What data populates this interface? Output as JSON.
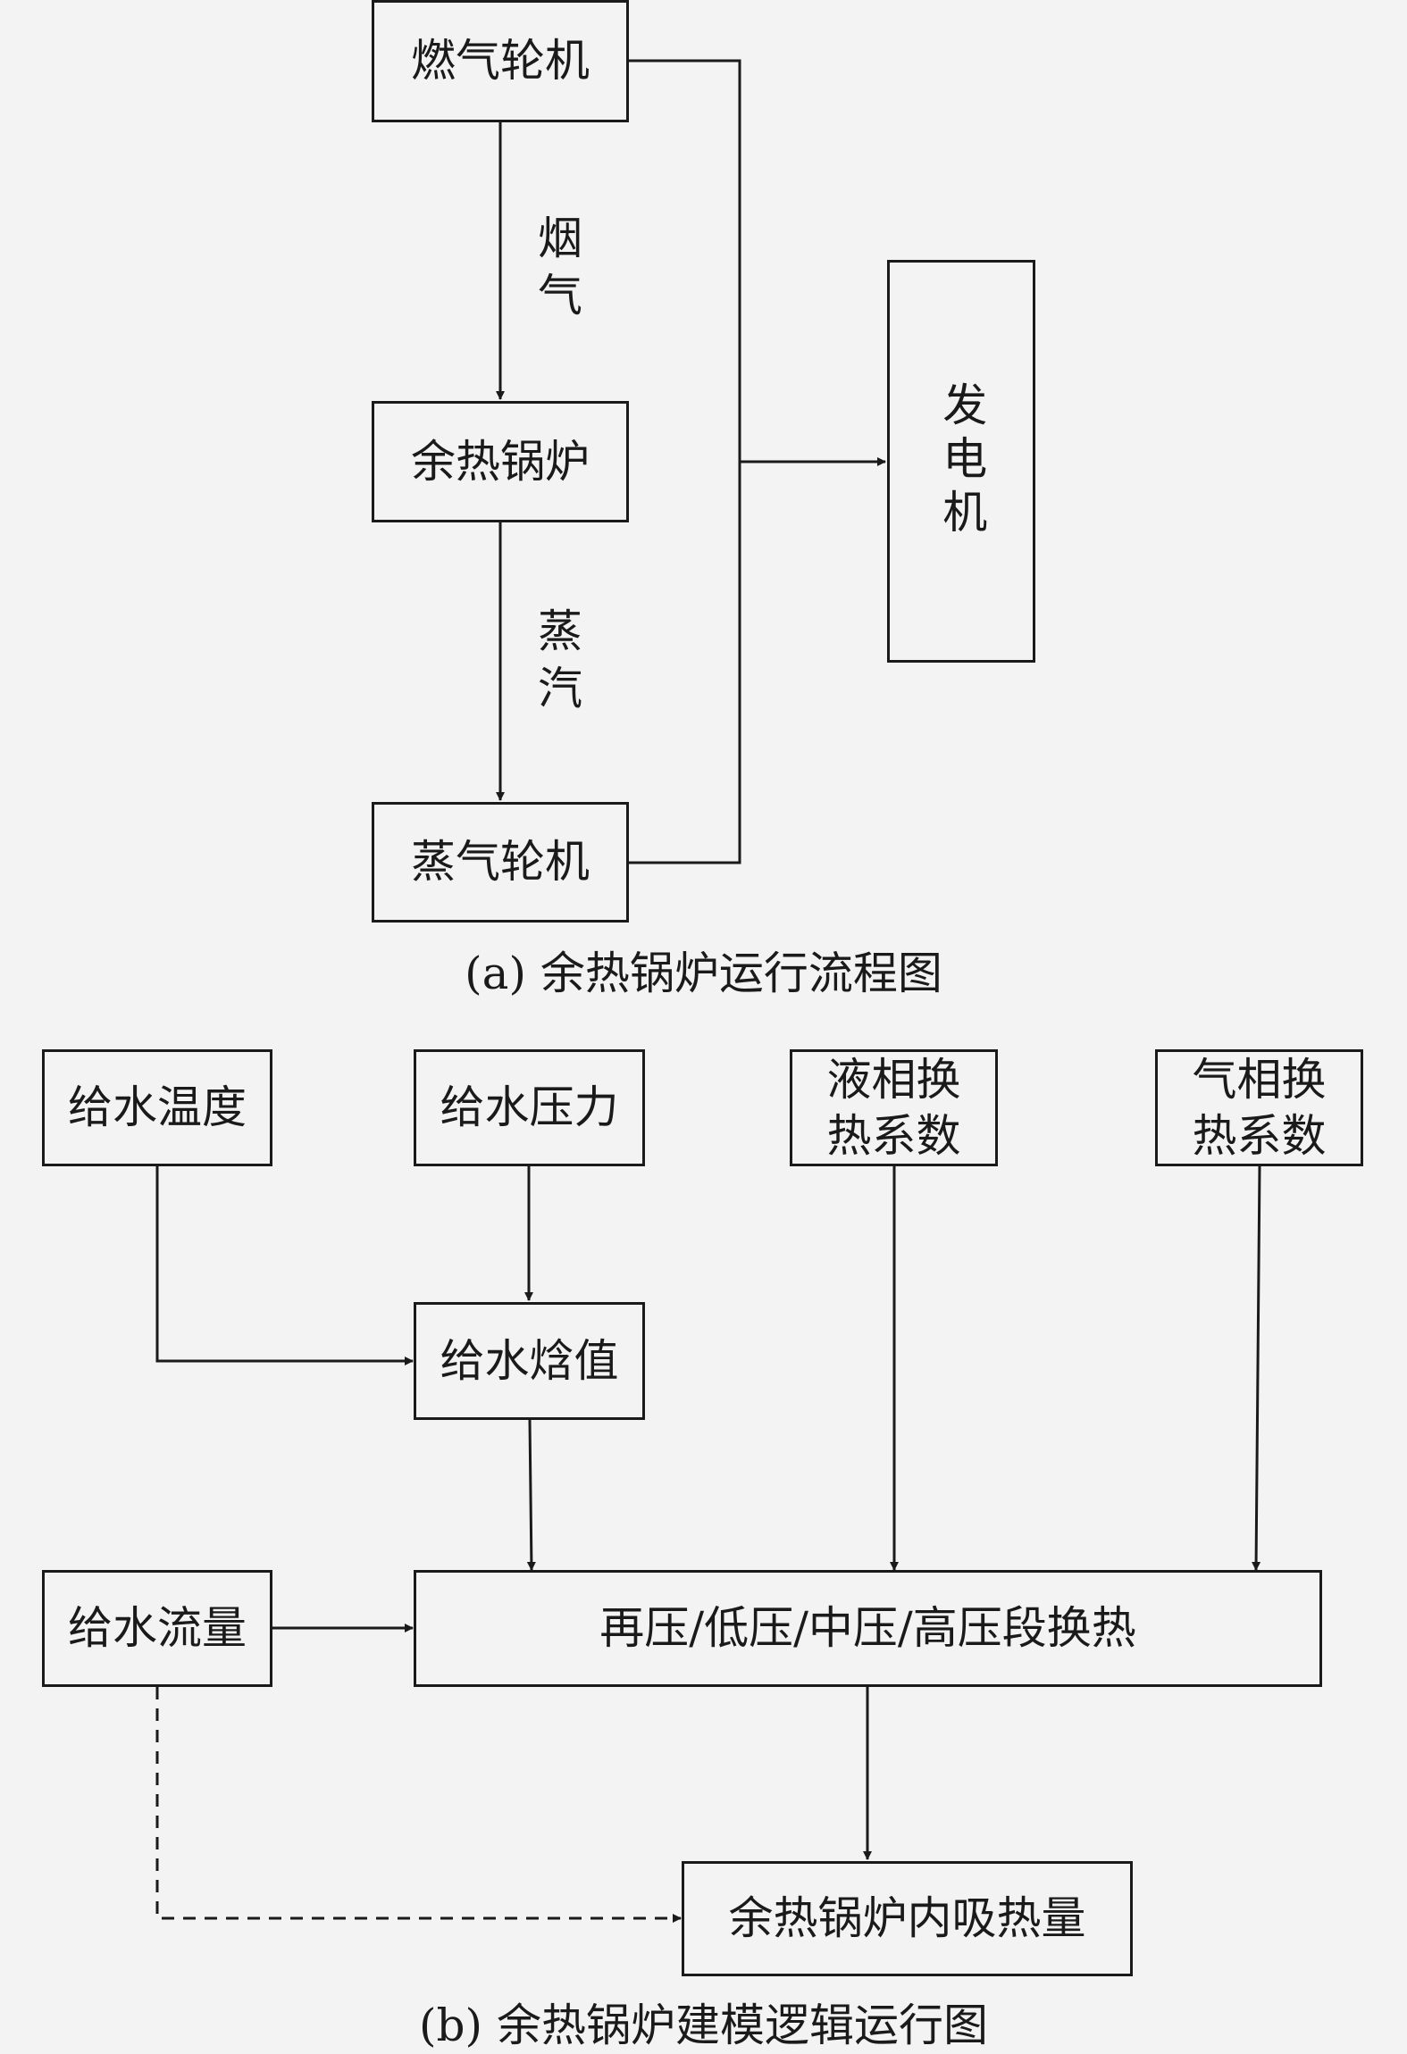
{
  "panel_a": {
    "nodes": {
      "gas_turbine": "燃气轮机",
      "hrsg": "余热锅炉",
      "steam_turbine": "蒸气轮机",
      "generator": "发电机"
    },
    "edge_labels": {
      "flue_gas": "烟气",
      "steam": "蒸汽"
    },
    "caption": "(a) 余热锅炉运行流程图"
  },
  "panel_b": {
    "nodes": {
      "feedwater_temp": "给水温度",
      "feedwater_pressure": "给水压力",
      "liquid_htc_line1": "液相换",
      "liquid_htc_line2": "热系数",
      "gas_htc_line1": "气相换",
      "gas_htc_line2": "热系数",
      "feedwater_enthalpy": "给水焓值",
      "feedwater_flow": "给水流量",
      "stage_heat_exchange": "再压/低压/中压/高压段换热",
      "hrsg_heat_absorbed": "余热锅炉内吸热量"
    },
    "caption": "(b) 余热锅炉建模逻辑运行图"
  }
}
